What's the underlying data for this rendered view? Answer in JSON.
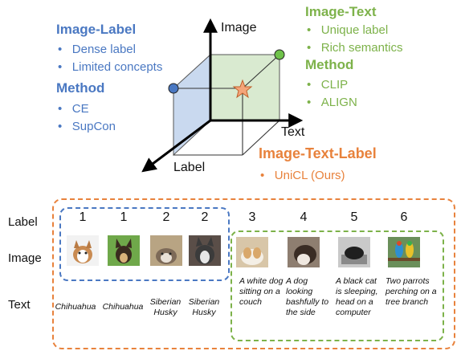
{
  "image_label": {
    "title": "Image-Label",
    "bullets": [
      "Dense label",
      "Limited concepts"
    ],
    "method_title": "Method",
    "methods": [
      "CE",
      "SupCon"
    ]
  },
  "image_text": {
    "title": "Image-Text",
    "bullets": [
      "Unique label",
      "Rich semantics"
    ],
    "method_title": "Method",
    "methods": [
      "CLIP",
      "ALIGN"
    ]
  },
  "image_text_label": {
    "title": "Image-Text-Label",
    "methods": [
      "UniCL (Ours)"
    ]
  },
  "axes": {
    "image": "Image",
    "text": "Text",
    "label": "Label"
  },
  "rows": {
    "label": "Label",
    "image": "Image",
    "text": "Text"
  },
  "samples": [
    {
      "label": "1",
      "caption": "Chihuahua"
    },
    {
      "label": "1",
      "caption": "Chihuahua"
    },
    {
      "label": "2",
      "caption": "Siberian Husky"
    },
    {
      "label": "2",
      "caption": "Siberian Husky"
    },
    {
      "label": "3",
      "caption": "A white dog sitting on a couch"
    },
    {
      "label": "4",
      "caption": "A dog looking bashfully to the side"
    },
    {
      "label": "5",
      "caption": "A black cat is sleeping, head on a computer"
    },
    {
      "label": "6",
      "caption": "Two parrots perching on a tree branch"
    }
  ],
  "colors": {
    "image_label": "#4a78c2",
    "image_text": "#7db24a",
    "image_text_label": "#e8823c",
    "blue_face": "#c9d9ef",
    "green_face": "#d9ead0"
  },
  "icons": [
    "bullet-dot",
    "star-marker"
  ]
}
